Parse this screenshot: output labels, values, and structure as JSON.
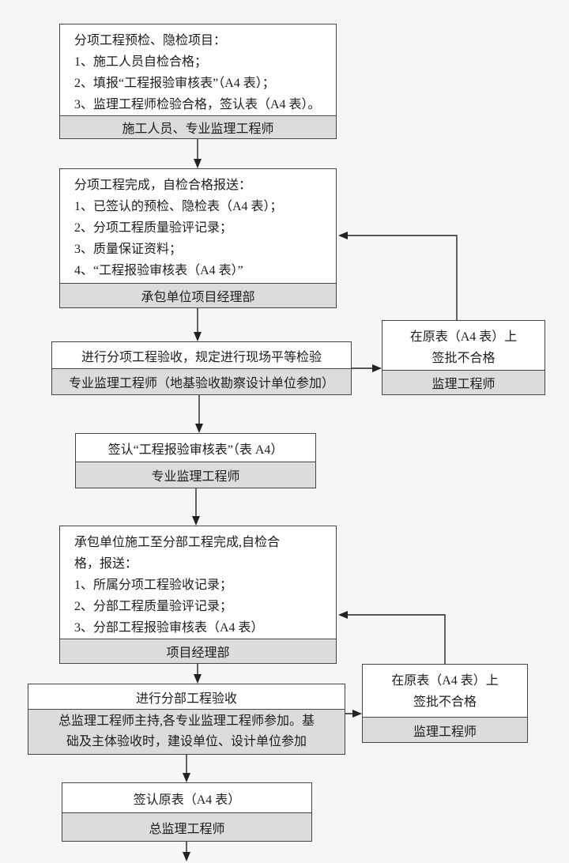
{
  "colors": {
    "gray_fill": "#dcdcdc",
    "box_border": "#454545",
    "arrow": "#222222",
    "background": "#f8f6f4"
  },
  "boxes": {
    "step1": {
      "lines": [
        "分项工程预检、隐检项目：",
        "1、施工人员自检合格；",
        "2、填报“工程报验审核表”（A4 表）；",
        "3、监理工程师检验合格，签认表（A4 表）。"
      ],
      "footer": "施工人员、专业监理工程师"
    },
    "step2": {
      "lines": [
        "分项工程完成，自检合格报送：",
        "1、已签认的预检、隐检表（A4 表）；",
        "2、分项工程质量验评记录；",
        "3、质量保证资料；",
        "4、“工程报验审核表（A4 表）”"
      ],
      "footer": "承包单位项目经理部"
    },
    "step3": {
      "title": "进行分项工程验收，规定进行现场平等检验",
      "footer": "专业监理工程师（地基验收勘察设计单位参加）"
    },
    "reject1": {
      "lines": [
        "在原表（A4 表）上",
        "签批不合格"
      ],
      "footer": "监理工程师"
    },
    "step4": {
      "title": "签认“工程报验审核表”（表 A4）",
      "footer": "专业监理工程师"
    },
    "step5": {
      "lines": [
        "承包单位施工至分部工程完成,自检合",
        "格，报送：",
        "1、所属分项工程验收记录；",
        "2、分部工程质量验评记录；",
        "3、分部工程报验审核表（A4 表）"
      ],
      "footer": "项目经理部"
    },
    "step6": {
      "title": "进行分部工程验收",
      "note_lines": [
        "总监理工程师主持,各专业监理工程师参加。基",
        "础及主体验收时，建设单位、设计单位参加"
      ]
    },
    "reject2": {
      "lines": [
        "在原表（A4 表）上",
        "签批不合格"
      ],
      "footer": "监理工程师"
    },
    "step7": {
      "title": "签认原表（A4 表）",
      "footer": "总监理工程师"
    }
  }
}
